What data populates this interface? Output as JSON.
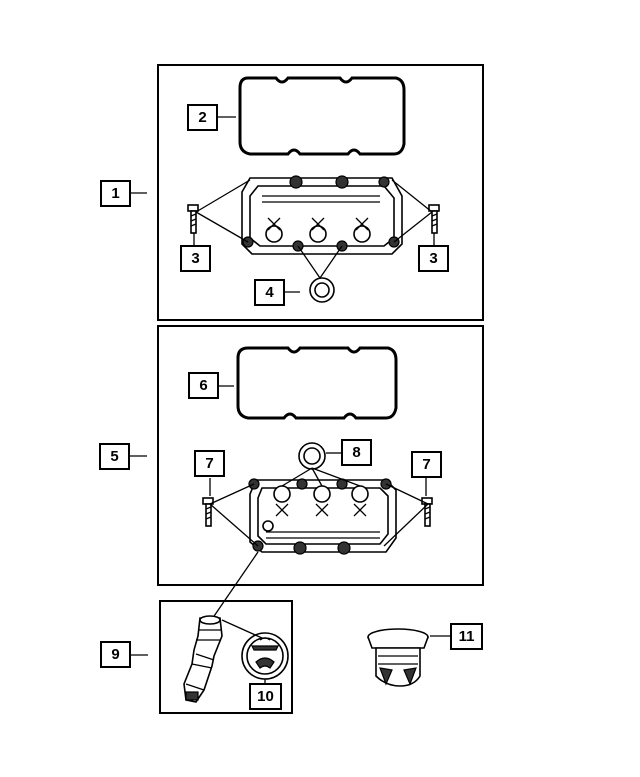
{
  "callouts": {
    "c1": "1",
    "c2": "2",
    "c3a": "3",
    "c3b": "3",
    "c4": "4",
    "c5": "5",
    "c6": "6",
    "c7a": "7",
    "c7b": "7",
    "c8": "8",
    "c9": "9",
    "c10": "10",
    "c11": "11"
  }
}
